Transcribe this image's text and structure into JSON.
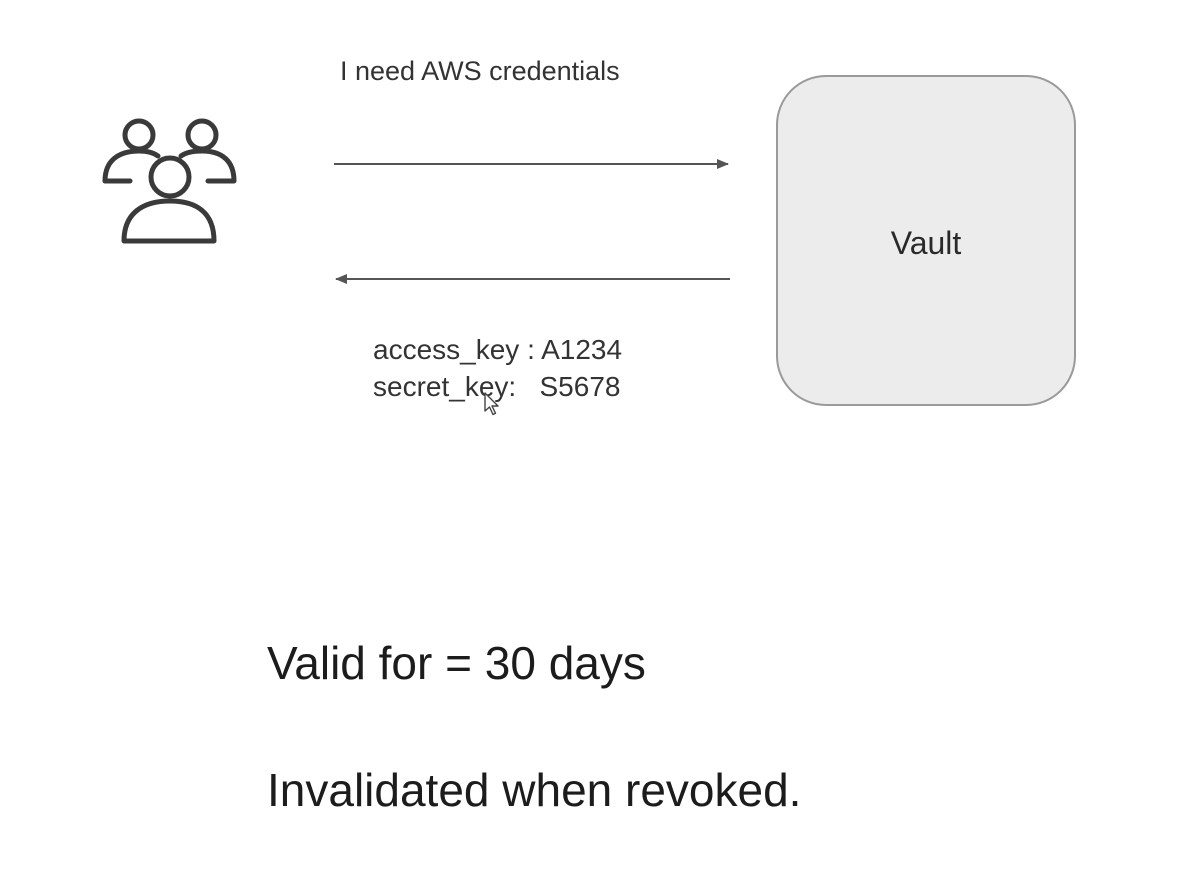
{
  "diagram": {
    "actor_icon": "users-group-icon",
    "request_label": "I need AWS credentials",
    "vault_label": "Vault",
    "response": {
      "access_key_line": "access_key : A1234",
      "secret_key_line": "secret_key:   S5678"
    },
    "cursor_icon": "mouse-pointer-icon"
  },
  "notes": {
    "validity": "Valid for = 30 days",
    "revocation": "Invalidated when revoked."
  },
  "colors": {
    "vault_fill": "#ececec",
    "vault_border": "#9a9a9a",
    "icon_stroke": "#3a3a3a",
    "arrow": "#555555"
  }
}
